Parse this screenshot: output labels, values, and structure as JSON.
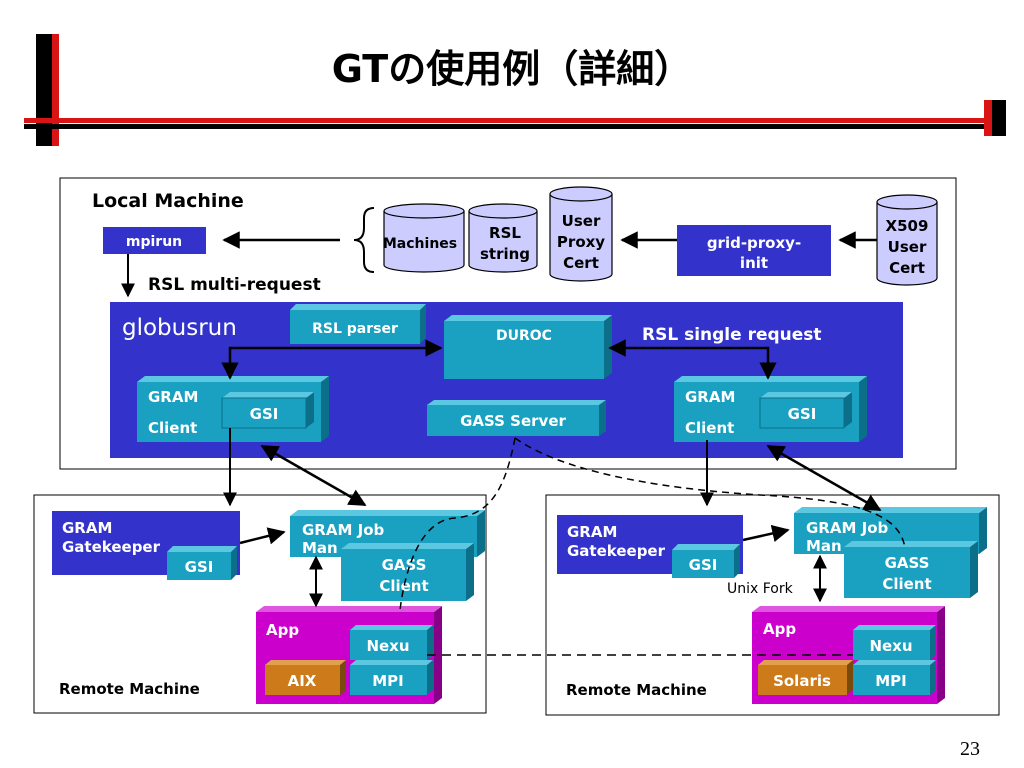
{
  "slide": {
    "title": "GTの使用例（詳細）",
    "page_number": "23"
  },
  "local": {
    "label": "Local Machine",
    "mpirun": "mpirun",
    "rsl_multi": "RSL multi-request",
    "machines": "Machines",
    "rsl_string": [
      "RSL",
      "string"
    ],
    "user_proxy_cert": [
      "User",
      "Proxy",
      "Cert"
    ],
    "grid_proxy_init": [
      "grid-proxy-",
      "init"
    ],
    "x509": [
      "X509",
      "User",
      "Cert"
    ],
    "globusrun": "globusrun",
    "rsl_parser": "RSL parser",
    "duroc": "DUROC",
    "rsl_single": "RSL single request",
    "gram_client_left": [
      "GRAM",
      "Client"
    ],
    "gram_client_right": [
      "GRAM",
      "Client"
    ],
    "gsi": "GSI",
    "gass_server": "GASS Server"
  },
  "remote_left": {
    "label": "Remote Machine",
    "gatekeeper": [
      "GRAM",
      "Gatekeeper"
    ],
    "gsi": "GSI",
    "job_manager": [
      "GRAM Job",
      "Man"
    ],
    "gass_client": [
      "GASS",
      "Client"
    ],
    "app": "App",
    "nexus": "Nexu",
    "mpi": "MPI",
    "os": "AIX"
  },
  "remote_right": {
    "label": "Remote Machine",
    "gatekeeper": [
      "GRAM",
      "Gatekeeper"
    ],
    "gsi": "GSI",
    "job_manager": [
      "GRAM Job",
      "Man"
    ],
    "gass_client": [
      "GASS",
      "Client"
    ],
    "unix_fork": "Unix Fork",
    "app": "App",
    "nexus": "Nexu",
    "mpi": "MPI",
    "os": "Solaris"
  },
  "colors": {
    "accent_red": "#d81414",
    "panel_blue": "#3333cc",
    "teal": "#1aa0c0",
    "teal_dark": "#0b6f8a",
    "magenta": "#cc00cc",
    "orange": "#cc7a1a",
    "cylinder": "#ccccff"
  }
}
